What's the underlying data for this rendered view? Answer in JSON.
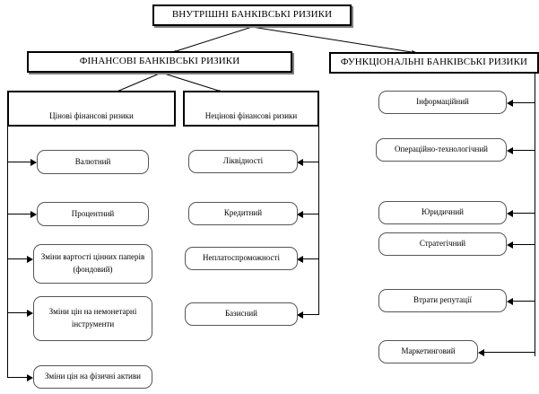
{
  "diagram": {
    "title": "ВНУТРІШНІ БАНКІВСЬКІ РИЗИКИ",
    "type": "hierarchy-tree",
    "root": {
      "label": "ВНУТРІШНІ БАНКІВСЬКІ РИЗИКИ"
    },
    "level2": [
      {
        "id": "financial",
        "label": "ФІНАНСОВІ БАНКІВСЬКІ РИЗИКИ"
      },
      {
        "id": "functional",
        "label": "ФУНКЦІОНАЛЬНІ БАНКІВСЬКІ РИЗИКИ"
      }
    ],
    "level3": [
      {
        "id": "price",
        "label": "Цінові фінансові ризики"
      },
      {
        "id": "nonprice",
        "label": "Нецінові фінансові ризики"
      }
    ],
    "price_risks": [
      {
        "label": "Валютний"
      },
      {
        "label": "Процентний"
      },
      {
        "label": "Зміни вартості цінних паперів (фондовий)"
      },
      {
        "label": "Зміни цін на немонетарні інструменти"
      },
      {
        "label": "Зміни цін на фізичні активи"
      }
    ],
    "nonprice_risks": [
      {
        "label": "Ліквідності"
      },
      {
        "label": "Кредитний"
      },
      {
        "label": "Неплатоспроможності"
      },
      {
        "label": "Базисний"
      }
    ],
    "functional_risks": [
      {
        "label": "Інформаційний"
      },
      {
        "label": "Операційно-технологічний"
      },
      {
        "label": "Юридичний"
      },
      {
        "label": "Стратегічний"
      },
      {
        "label": "Втрати репутації"
      },
      {
        "label": "Маркетинговий"
      }
    ],
    "colors": {
      "background": "#ffffff",
      "line": "#000000",
      "text": "#000000",
      "leaf_border": "#55565a",
      "shadow": "#808080"
    }
  }
}
